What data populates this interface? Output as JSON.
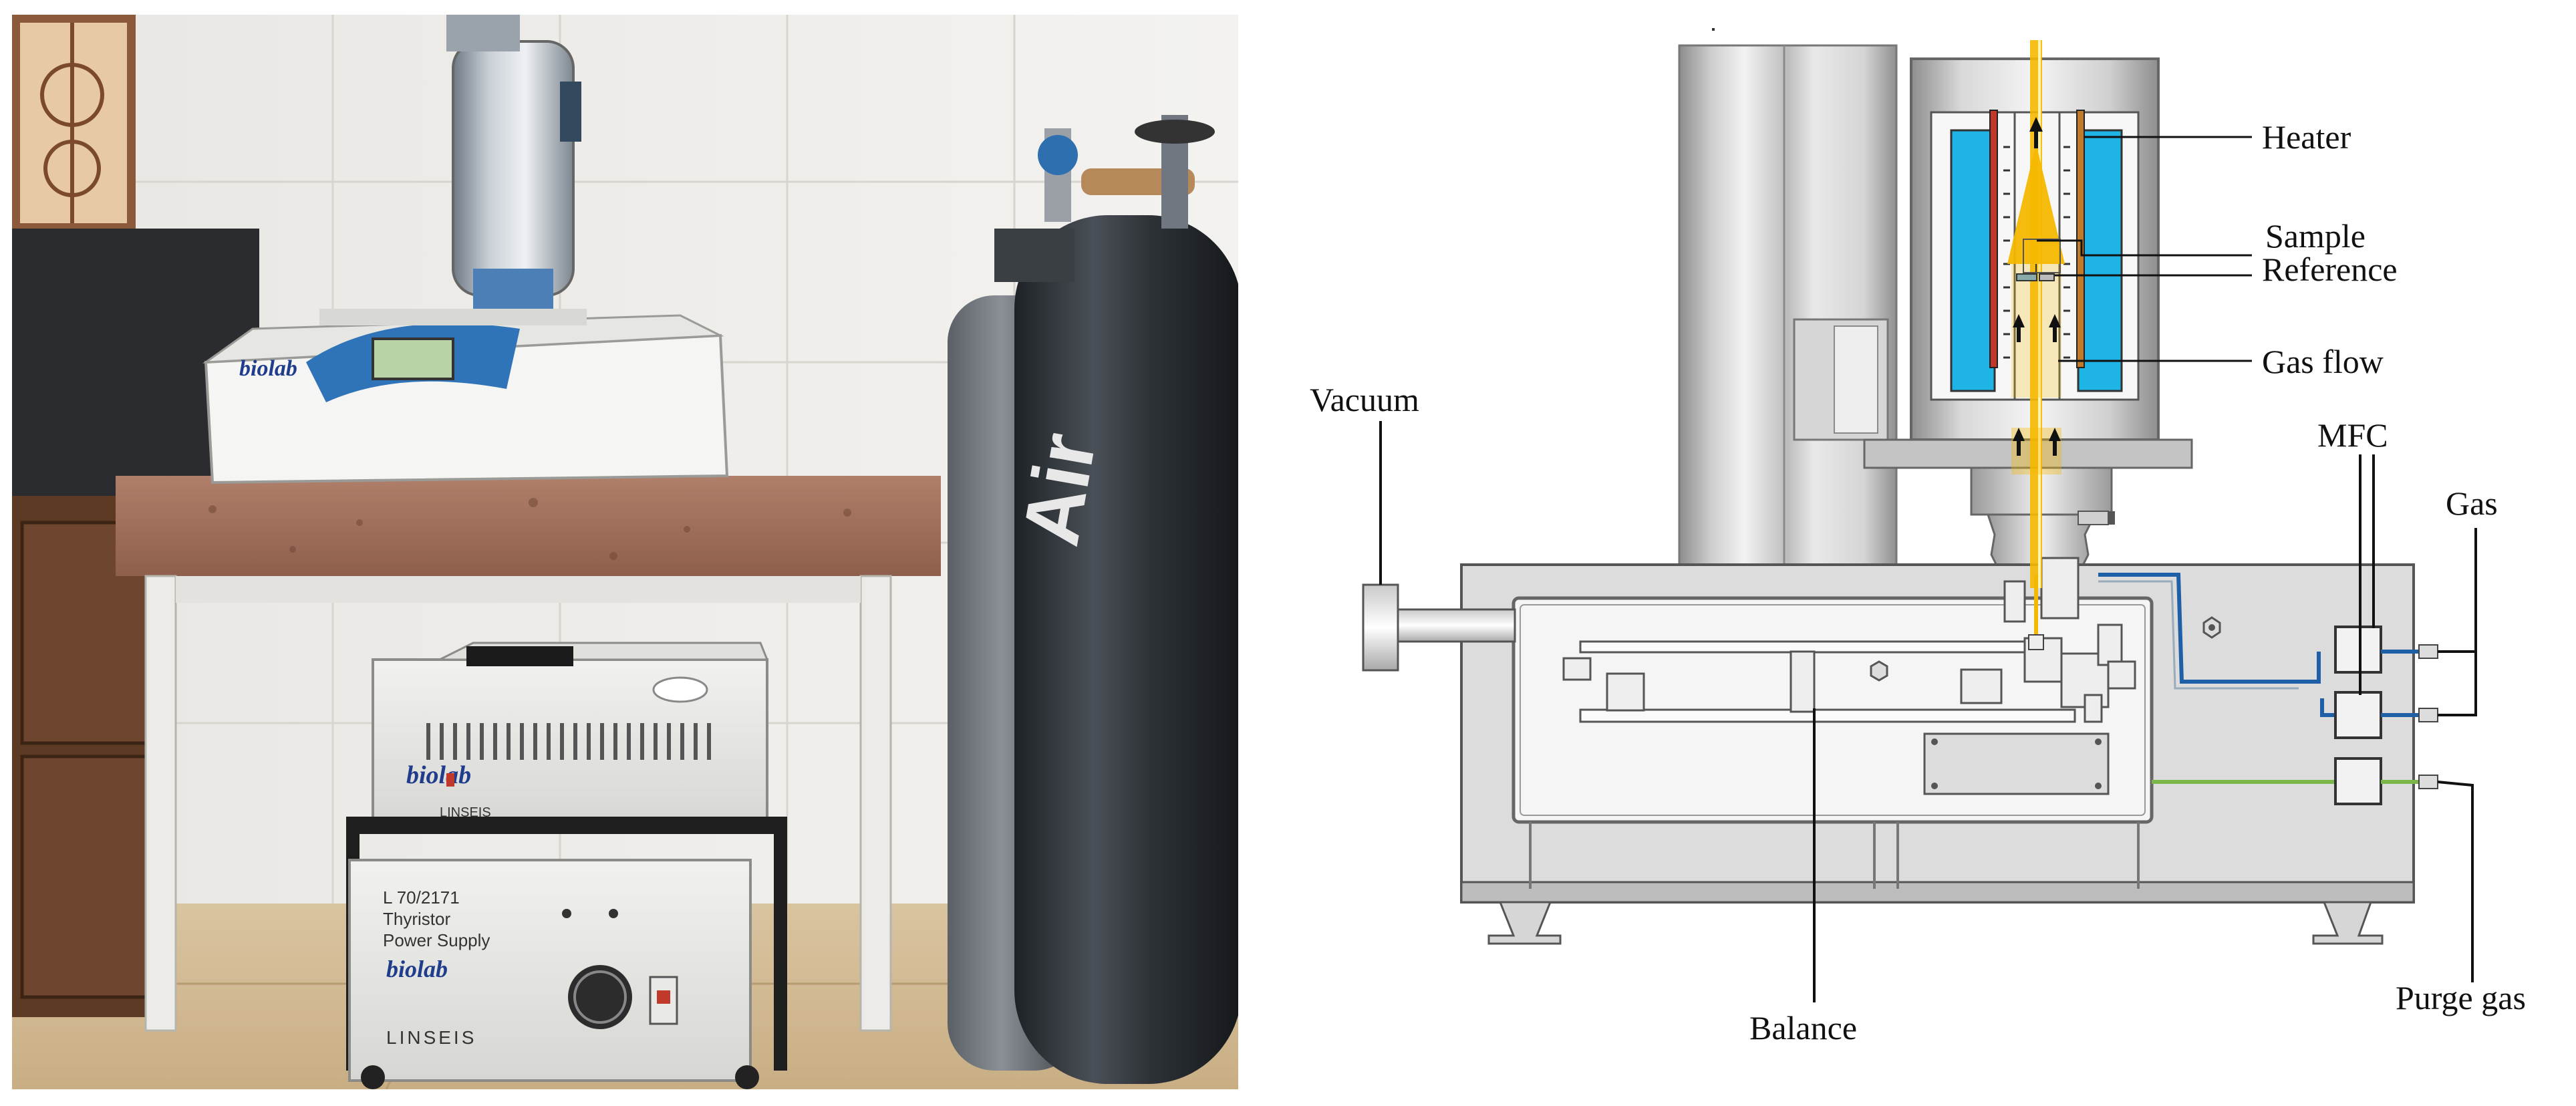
{
  "photo": {
    "brand_label": "biolab",
    "maker_label": "LINSEIS",
    "power_unit_model": "L 70/2171",
    "power_unit_line1": "Thyristor",
    "power_unit_line2": "Power Supply",
    "cylinder_marking": "Air"
  },
  "diagram": {
    "labels": {
      "heater": "Heater",
      "sample": "Sample",
      "reference": "Reference",
      "gas_flow": "Gas flow",
      "vacuum": "Vacuum",
      "mfc": "MFC",
      "gas": "Gas",
      "balance": "Balance",
      "purge_gas": "Purge gas"
    },
    "colors": {
      "furnace_blue": "#1eb4e6",
      "gas_beam": "#f5b800",
      "gas_line_blue": "#1f5fa8",
      "purge_line_green": "#7ab648",
      "heater_element": "#c0392b"
    }
  }
}
